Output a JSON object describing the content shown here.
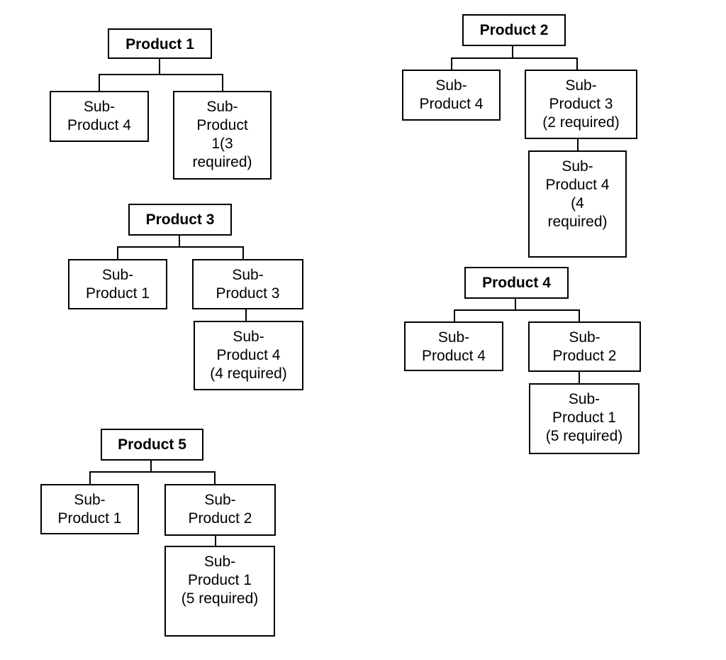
{
  "diagram": {
    "colors": {
      "background": "#ffffff",
      "box_border": "#000000",
      "line": "#000000",
      "text": "#000000"
    },
    "trees": [
      {
        "root": "Product 1",
        "children": [
          {
            "label": "Sub-\nProduct 4"
          },
          {
            "label": "Sub-\nProduct\n1(3\nrequired)"
          }
        ]
      },
      {
        "root": "Product 2",
        "children": [
          {
            "label": "Sub-\nProduct 4"
          },
          {
            "label": "Sub-\nProduct 3\n(2 required)",
            "children": [
              {
                "label": "Sub-\nProduct 4\n(4\nrequired)"
              }
            ]
          }
        ]
      },
      {
        "root": "Product 3",
        "children": [
          {
            "label": "Sub-\nProduct 1"
          },
          {
            "label": "Sub-\nProduct 3",
            "children": [
              {
                "label": "Sub-\nProduct 4\n(4 required)"
              }
            ]
          }
        ]
      },
      {
        "root": "Product 4",
        "children": [
          {
            "label": "Sub-\nProduct 4"
          },
          {
            "label": "Sub-\nProduct 2",
            "children": [
              {
                "label": "Sub-\nProduct 1\n(5 required)"
              }
            ]
          }
        ]
      },
      {
        "root": "Product 5",
        "children": [
          {
            "label": "Sub-\nProduct 1"
          },
          {
            "label": "Sub-\nProduct 2",
            "children": [
              {
                "label": "Sub-\nProduct 1\n(5 required)"
              }
            ]
          }
        ]
      }
    ]
  }
}
